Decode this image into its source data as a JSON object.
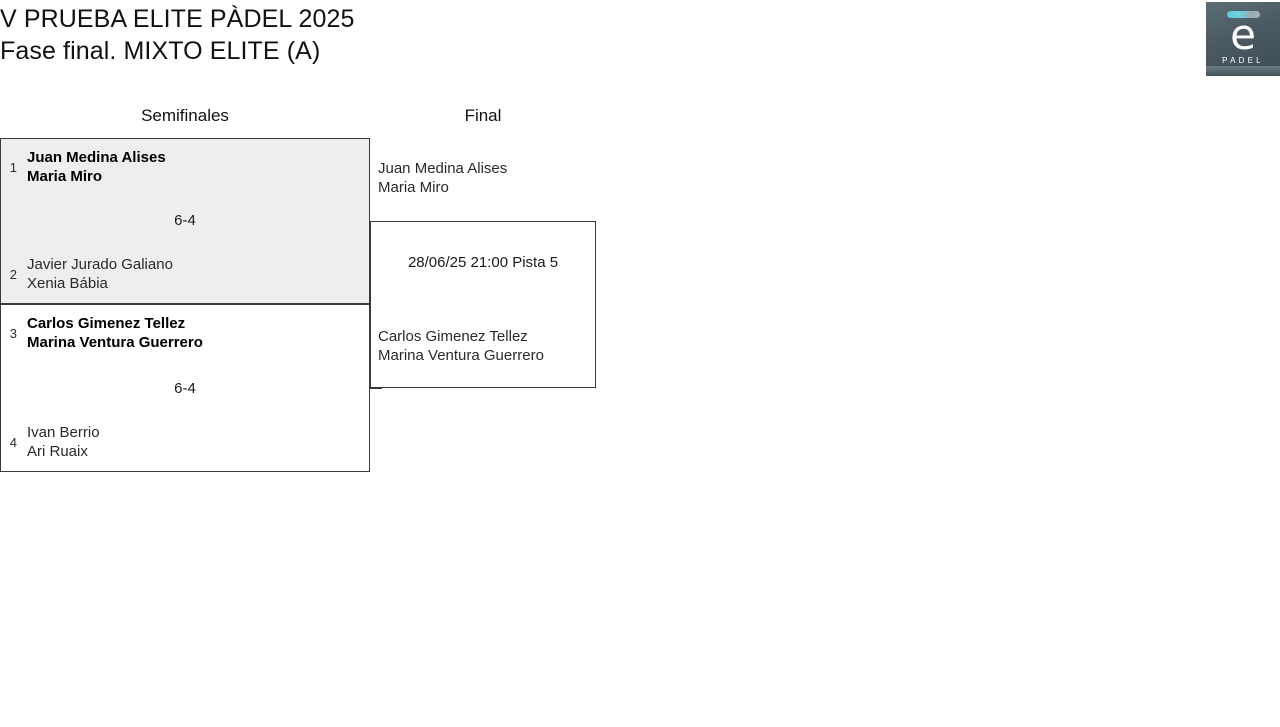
{
  "header": {
    "title_line_1": "V PRUEBA ELITE PÀDEL 2025",
    "title_line_2": "Fase final. MIXTO ELITE (A)"
  },
  "logo": {
    "mark": "e",
    "wordmark": "PADEL",
    "background_color": "#4b5a62",
    "accent_color": "#5ec8d8",
    "text_color": "#ffffff"
  },
  "bracket": {
    "rounds": [
      {
        "name": "semifinals",
        "label": "Semifinales"
      },
      {
        "name": "final",
        "label": "Final"
      }
    ],
    "semifinals": [
      {
        "match_id": "semifinal-1",
        "highlighted": true,
        "score": "6-4",
        "teams": [
          {
            "seed": "1",
            "player_1": "Juan Medina Alises",
            "player_2": "Maria Miro",
            "winner": true
          },
          {
            "seed": "2",
            "player_1": "Javier Jurado Galiano",
            "player_2": "Xenia Bábia",
            "winner": false
          }
        ]
      },
      {
        "match_id": "semifinal-2",
        "highlighted": false,
        "score": "6-4",
        "teams": [
          {
            "seed": "3",
            "player_1": "Carlos Gimenez Tellez",
            "player_2": "Marina Ventura Guerrero",
            "winner": true
          },
          {
            "seed": "4",
            "player_1": "Ivan Berrio",
            "player_2": "Ari Ruaix",
            "winner": false
          }
        ]
      }
    ],
    "final": {
      "match_id": "final",
      "schedule": "28/06/25 21:00 Pista 5",
      "teams": [
        {
          "player_1": "Juan Medina Alises",
          "player_2": "Maria Miro"
        },
        {
          "player_1": "Carlos Gimenez Tellez",
          "player_2": "Marina Ventura Guerrero"
        }
      ]
    }
  },
  "colors": {
    "highlight_background": "#eeeeee",
    "box_border": "#3a3a3a",
    "page_background": "#ffffff"
  }
}
